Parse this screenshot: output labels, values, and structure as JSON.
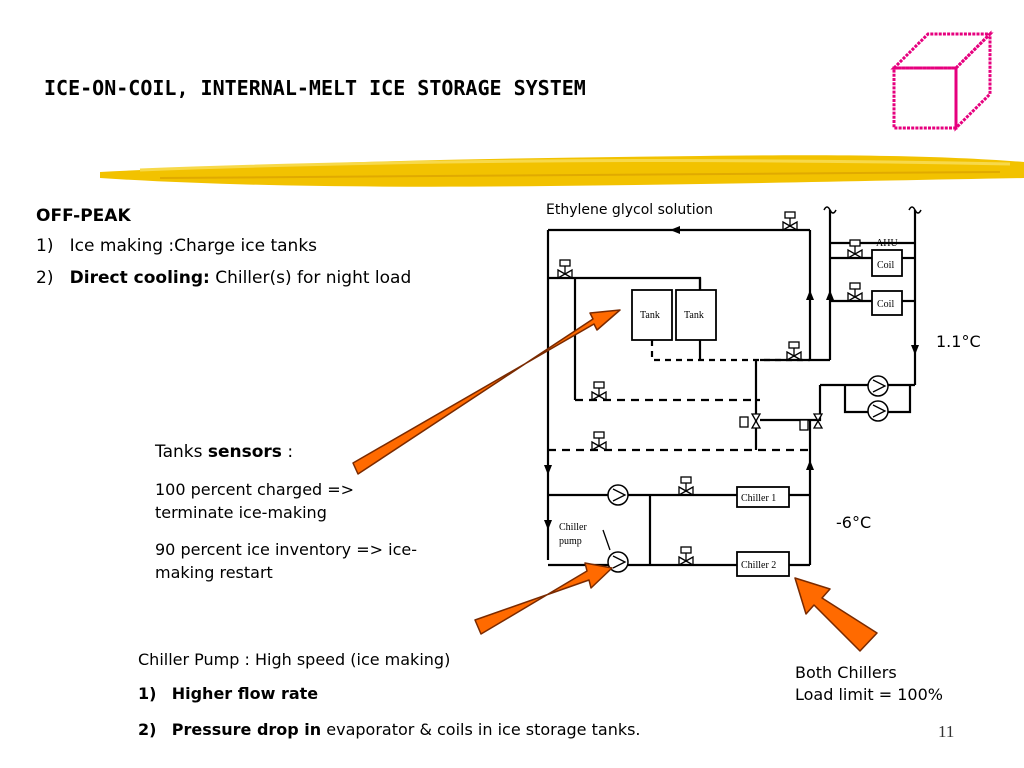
{
  "slide": {
    "title": "ICE-ON-COIL, INTERNAL-MELT ICE STORAGE SYSTEM",
    "page_number": "11",
    "colors": {
      "accent_magenta": "#e6007e",
      "brush_yellow": "#f2c200",
      "arrow_fill": "#ff6a00",
      "arrow_edge": "#7a2a00"
    }
  },
  "left": {
    "heading": "OFF-PEAK",
    "item1_num": "1)",
    "item1_text": "Ice making :Charge ice tanks",
    "item2_num": "2)",
    "item2_bold": "Direct cooling:",
    "item2_text": "Chiller(s) for night load"
  },
  "sensors": {
    "heading_plain": "Tanks",
    "heading_bold": "sensors",
    "heading_tail": ":",
    "line1": "100 percent charged =>",
    "line2": "terminate ice-making",
    "line3": "90 percent ice inventory => ice-",
    "line4": "making restart"
  },
  "pump": {
    "heading": "Chiller Pump : High speed (ice making)",
    "item1_num": "1)",
    "item1_bold": "Higher flow rate",
    "item2_num": "2)",
    "item2_bold": "Pressure drop in",
    "item2_text": "evaporator & coils in ice storage tanks."
  },
  "chillers_note": {
    "line1": "Both Chillers",
    "line2": "Load limit = 100%"
  },
  "diagram": {
    "glycol_label": "Ethylene glycol solution",
    "ahu_label": "AHU",
    "coil1": "Coil",
    "coil2": "Coil",
    "tank1": "Tank",
    "tank2": "Tank",
    "chiller1": "Chiller 1",
    "chiller2": "Chiller 2",
    "chiller_pump_l1": "Chiller",
    "chiller_pump_l2": "pump",
    "temp_supply": "1.1°C",
    "temp_chiller": "-6°C"
  }
}
